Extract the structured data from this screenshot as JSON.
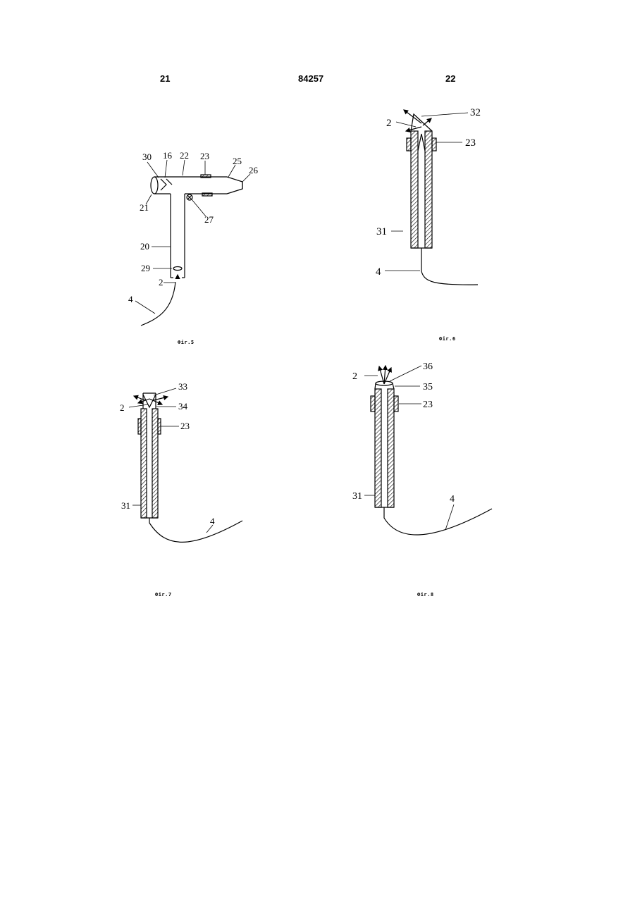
{
  "header": {
    "left_page": "21",
    "doc_number": "84257",
    "right_page": "22"
  },
  "figures": [
    {
      "caption": "Фir.5",
      "labels": [
        "30",
        "16",
        "22",
        "23",
        "25",
        "26",
        "21",
        "27",
        "20",
        "29",
        "2",
        "4"
      ]
    },
    {
      "caption": "Фir.6",
      "labels": [
        "32",
        "2",
        "23",
        "31",
        "4"
      ]
    },
    {
      "caption": "Фir.7",
      "labels": [
        "33",
        "2",
        "34",
        "23",
        "31",
        "4"
      ]
    },
    {
      "caption": "Фir.8",
      "labels": [
        "36",
        "2",
        "35",
        "23",
        "31",
        "4"
      ]
    }
  ]
}
